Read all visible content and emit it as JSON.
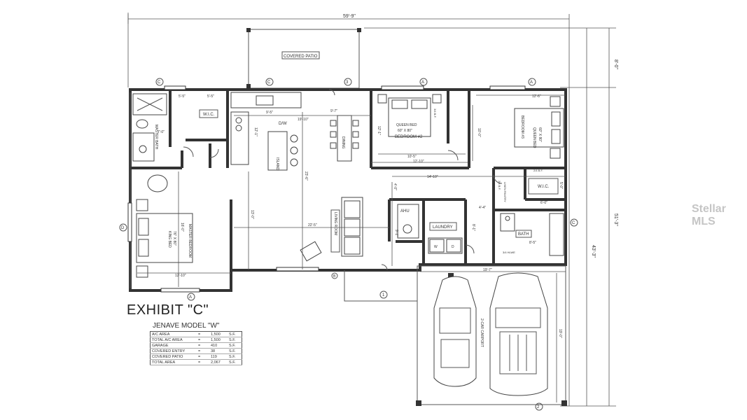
{
  "title": "EXHIBIT \"C\"",
  "model_name": "JENAVE MODEL \"W\"",
  "area_table": [
    {
      "label": "A/C AREA",
      "eq": "=",
      "value": "1,500",
      "unit": "S.F."
    },
    {
      "label": "TOTAL A/C AREA",
      "eq": "=",
      "value": "1,500",
      "unit": "S.F."
    },
    {
      "label": "GARAGE",
      "eq": "=",
      "value": "410",
      "unit": "S.F."
    },
    {
      "label": "COVERED ENTRY",
      "eq": "=",
      "value": "38",
      "unit": "S.F."
    },
    {
      "label": "COVERED PATIO",
      "eq": "=",
      "value": "119",
      "unit": "S.F."
    },
    {
      "label": "TOTAL AREA",
      "eq": "=",
      "value": "2,067",
      "unit": "S.F."
    }
  ],
  "watermark": "Stellar MLS",
  "rooms": {
    "covered_patio": "COVERED PATIO",
    "master_bath": "MASTER BATH",
    "wic_master": "W.I.C.",
    "linen_shelf": "LNN",
    "dw": "D/W",
    "island": "ISLAND",
    "dining": "DINING",
    "queen_bed": "QUEEN BED",
    "queen_bed_size": "60\" X 80\"",
    "bedroom2": "BEDROOM #2",
    "queen_bed_2": "QUEEN BED",
    "queen_bed_2_size": "60\" X 80\"",
    "bedroom3": "BEDROOM #3",
    "wic_3": "W.I.C.",
    "master_bedroom": "MASTER BEDROOM",
    "king_bed": "KING BED",
    "king_bed_size": "76\" X 80\"",
    "living_room": "LIVING ROOM",
    "ahu": "AHU",
    "laundry": "LAUNDRY",
    "bath": "BATH",
    "carport": "2-CAR CARPORT",
    "wd": "W",
    "dryer": "D",
    "sbf1": "3/4 B.F.",
    "sbf2": "2/4 B.F.",
    "sbf3": "2/4 B.F.",
    "hall_closet": "LINEN PANTRY",
    "door_34": "3/4 HLWE"
  },
  "dimensions": {
    "overall_width": "59'-9\"",
    "overall_depth": "51'-3\"",
    "patio_depth": "8'-0\"",
    "house_depth": "43'-3\"",
    "d_55": "5'-5\"",
    "d_55b": "5'-5\"",
    "d_95": "9'-5\"",
    "d_97": "9'-7\"",
    "d_1212": "12'-1\"",
    "d_1910": "19'-10\"",
    "d_706": "7'-0\"",
    "d_121": "12'-1\"",
    "d_105": "10'-5\"",
    "d_1210": "12'-10\"",
    "d_1410": "14'-10\"",
    "d_126": "12'-6\"",
    "d_100a": "10'-0\"",
    "d_100b": "10'-0\"",
    "d_236": "23'-6\"",
    "d_130": "13'-0\"",
    "d_225": "22'-5\"",
    "d_160": "16'-0\"",
    "d_1210b": "12'-10\"",
    "d_1975": "19'-7\"",
    "d_190": "19'-0\"",
    "d_44": "4'-4\"",
    "d_40": "4'-0\"",
    "d_81": "8'-1\"",
    "d_85": "8'-5\"",
    "d_51": "5'-1\"",
    "d_50": "5'-0\"",
    "d_60": "6'-0\"",
    "d_125": "12'-5\"",
    "d_91": "9'-1\""
  },
  "grid_markers": [
    "C",
    "C",
    "3",
    "A",
    "A",
    "D",
    "C",
    "A",
    "B",
    "1",
    "2"
  ]
}
